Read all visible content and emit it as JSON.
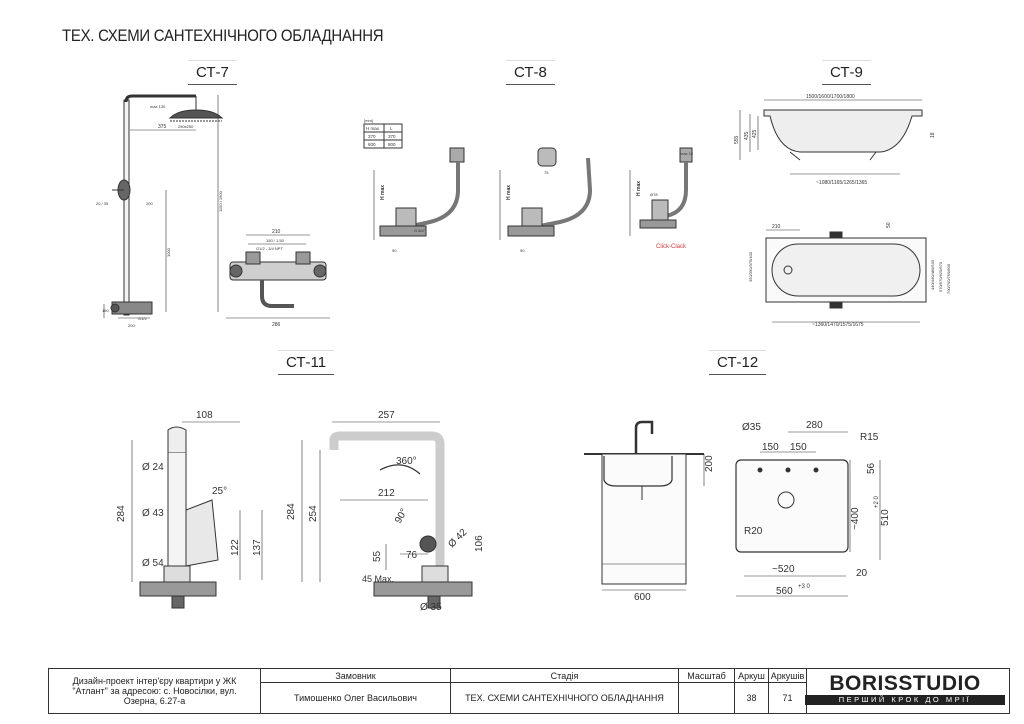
{
  "title": "ТЕХ. СХЕМИ САНТЕХНІЧНОГО ОБЛАДНАННЯ",
  "sections": {
    "ct7": "СТ-7",
    "ct8": "СТ-8",
    "ct9": "СТ-9",
    "ct11": "СТ-11",
    "ct12": "СТ-12"
  },
  "ct7_dims": {
    "top_w": "375",
    "max": "max 130",
    "head": "250x250",
    "h1": "1150 / 1600",
    "h2": "1000",
    "d1": "20 / 35",
    "d2": "200",
    "d3": "150",
    "d4": "G1/2",
    "d5": "200",
    "m1": "210",
    "m2": "150 / 1.50",
    "m3": "G1/2 - 3/4 NPT",
    "m4": "286"
  },
  "ct8_dims": {
    "table_head": "[mm]",
    "table_cols": [
      "H max",
      "L"
    ],
    "table_rows": [
      [
        "370",
        "370"
      ],
      [
        "600",
        "800"
      ]
    ],
    "hmax": "H max",
    "d75": "75",
    "d90": "90",
    "d_o78": "Ø78",
    "clickclack": "Click-Clack",
    "max": "max 12",
    "g": "G 6/4\""
  },
  "ct9_dims": {
    "len_top": "1500/1600/1700/1800",
    "h1": "555",
    "h2": "435",
    "h3": "425",
    "h4": "18",
    "len_bottom": "~1080/1165/1265/1365",
    "w210": "210",
    "d50": "50",
    "wv": "350/390/375/400",
    "w2": "440/440/480/530",
    "w3": "570/570/625/670",
    "w4": "700/700/750/800",
    "len_inner": "~1360/1470/1575/1675"
  },
  "ct11_dims": {
    "a108": "108",
    "a24": "Ø 24",
    "a25": "25°",
    "a43": "Ø 43",
    "a54": "Ø 54",
    "a284": "284",
    "a122": "122",
    "a137": "137",
    "b257": "257",
    "b360": "360°",
    "b212": "212",
    "b284": "284",
    "b254": "254",
    "b90": "90°",
    "b42": "Ø 42",
    "b106": "106",
    "b55": "55",
    "b76": "76",
    "b45": "45 Max.",
    "b35": "Ø 35"
  },
  "ct12_dims": {
    "s200": "200",
    "s600": "600",
    "p35": "Ø35",
    "p280": "280",
    "p150a": "150",
    "p150b": "150",
    "pr15": "R15",
    "p56": "56",
    "p400": "~400",
    "p510": "510",
    "p510tol": "+2 0",
    "pr20": "R20",
    "p520": "~520",
    "p20": "20",
    "p560": "560",
    "p560tol": "+3 0"
  },
  "titleblock": {
    "project": "Дизайн-проект інтер'єру квартири у ЖК \"Атлант\" за адресою: с. Новосілки, вул. Озерна, 6.27-а",
    "client_label": "Замовник",
    "client": "Тимошенко Олег Васильович",
    "stage_label": "Стадія",
    "stage": "ТЕХ. СХЕМИ САНТЕХНІЧНОГО ОБЛАДНАННЯ",
    "scale_label": "Масштаб",
    "sheet_label": "Аркуш",
    "sheet": "38",
    "sheets_label": "Аркушів",
    "sheets": "71",
    "logo": "BORISSTUDIO",
    "logo_sub": "ПЕРШИЙ КРОК ДО МРІЇ"
  },
  "colors": {
    "line": "#333333",
    "clickclack": "#d63b3b"
  }
}
